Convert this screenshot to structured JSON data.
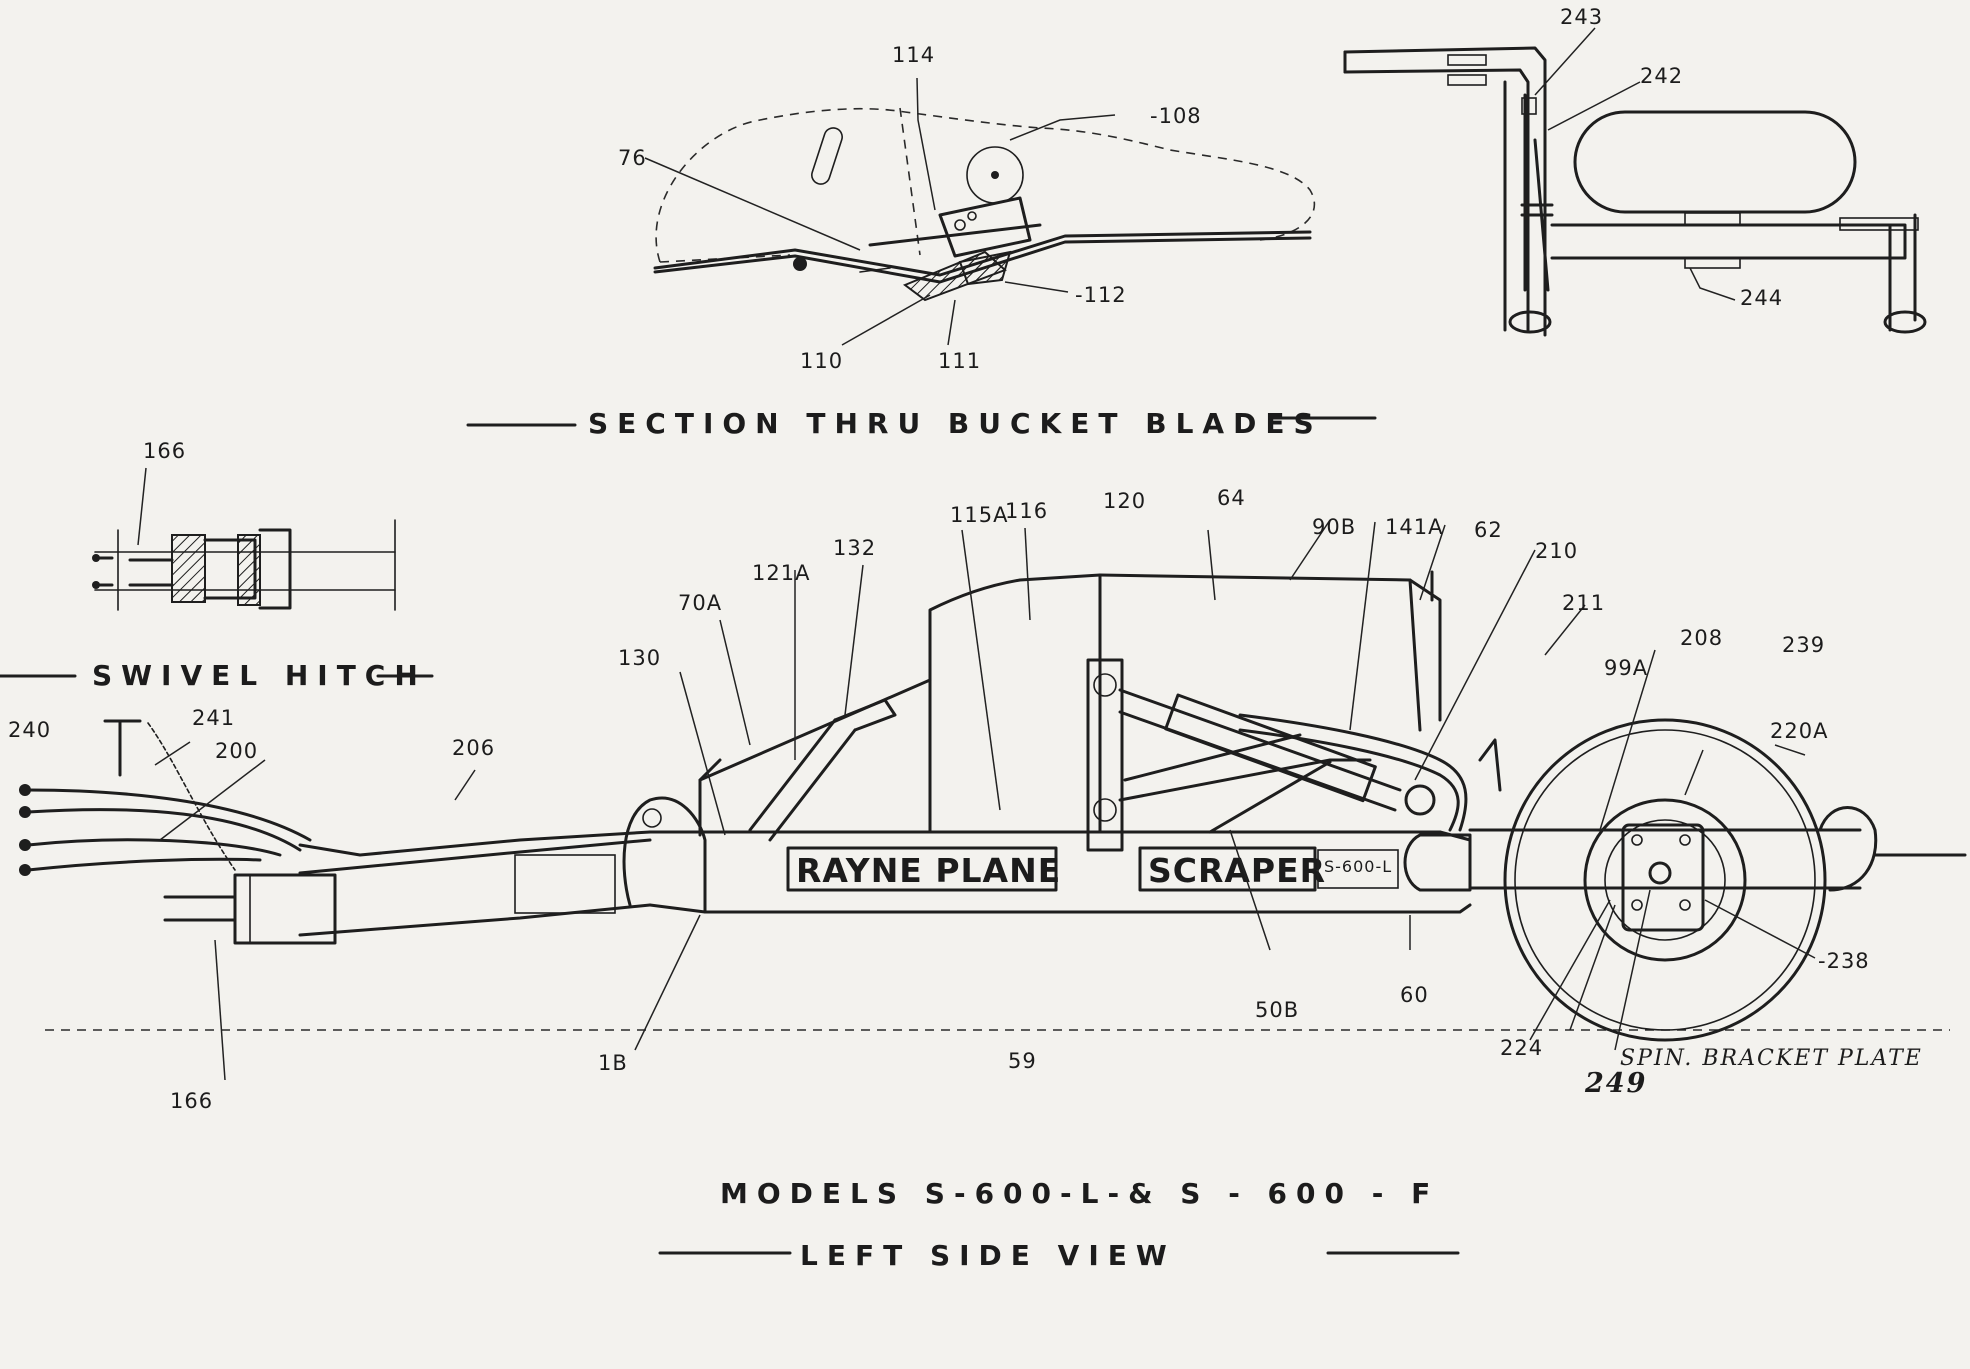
{
  "captions": {
    "section": "SECTION THRU BUCKET BLADES",
    "hitch": "SWIVEL HITCH",
    "models": "MODELS S-600-L-& S - 600 - F",
    "view": "LEFT SIDE VIEW"
  },
  "plate": {
    "left": "RAYNE PLANE",
    "right": "SCRAPER",
    "model_tag": "S-600-L"
  },
  "handwritten_note": "SPIN. BRACKET PLATE",
  "callouts": {
    "c114": "114",
    "c108": "-108",
    "c76": "76",
    "c112": "-112",
    "c110": "110",
    "c111": "111",
    "c243": "243",
    "c242": "242",
    "c244": "244",
    "c166_top": "166",
    "c240": "240",
    "c241": "241",
    "c200": "200",
    "c206": "206",
    "c166_bot": "166",
    "c130": "130",
    "c70A": "70A",
    "c121A": "121A",
    "c132": "132",
    "c115A": "115A",
    "c116": "116",
    "c120": "120",
    "c64": "64",
    "c90B": "90B",
    "c141A": "141A",
    "c62": "62",
    "c210": "210",
    "c211": "211",
    "c99A": "99A",
    "c208": "208",
    "c239": "239",
    "c220A": "220A",
    "c238": "-238",
    "c224": "224",
    "c249": "249",
    "c1B": "1B",
    "c59": "59",
    "c50B": "50B",
    "c60": "60"
  }
}
